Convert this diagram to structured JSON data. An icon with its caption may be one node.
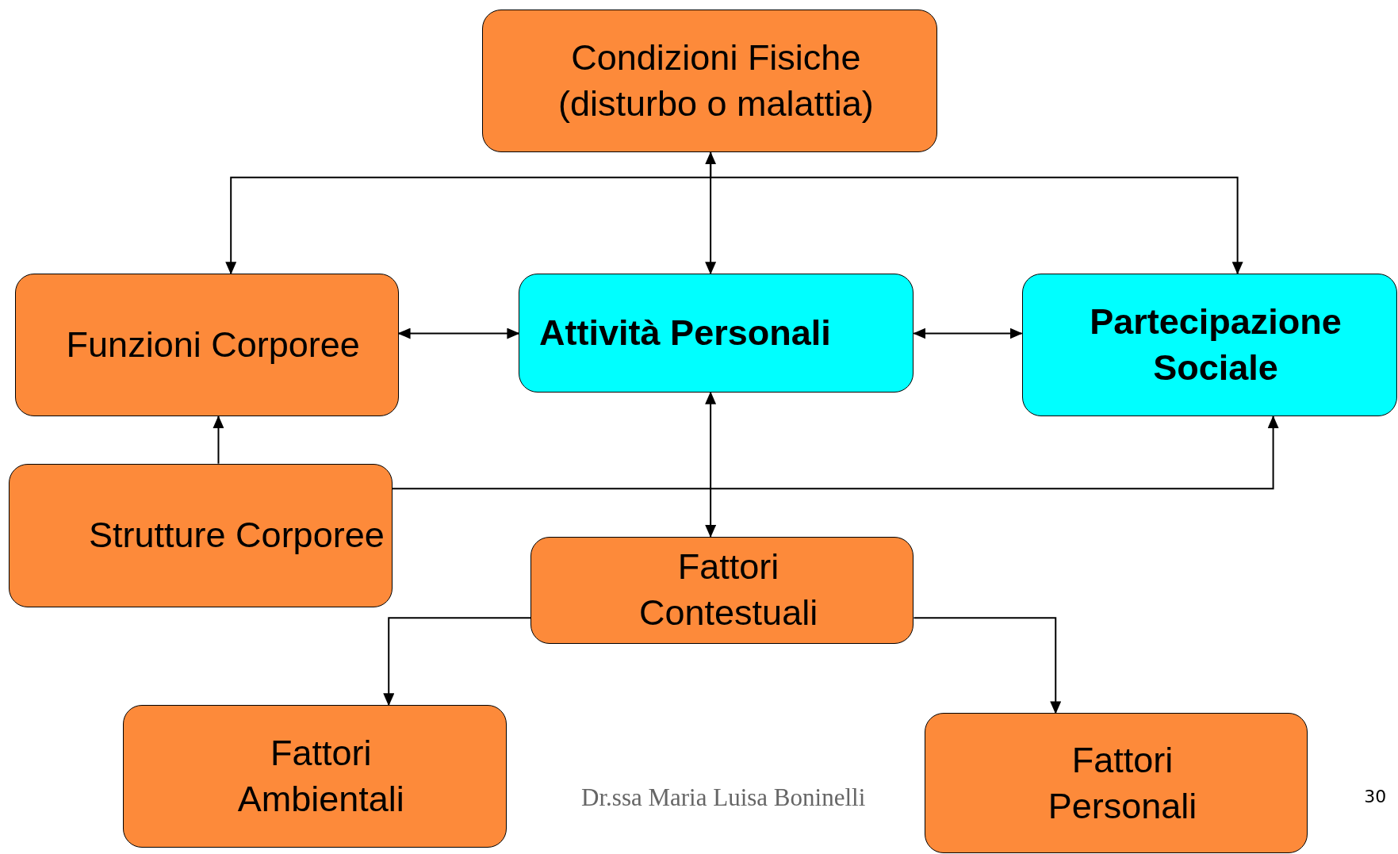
{
  "diagram": {
    "nodes": [
      {
        "text": [
          "Condizioni Fisiche (disturbo o malattia)"
        ]
      },
      {
        "text": [
          "Funzioni Corporee"
        ]
      },
      {
        "text": [
          "Attività Personali"
        ]
      },
      {
        "text": [
          "Partecipazione Sociale"
        ]
      },
      {
        "text": [
          "Strutture Corporee"
        ]
      },
      {
        "text": [
          "Fattori Contestuali"
        ]
      },
      {
        "text": [
          "Fattori Ambientali"
        ]
      },
      {
        "text": [
          "Fattori Personali"
        ]
      }
    ],
    "edges": [
      {
        "from": 0,
        "to": 2,
        "arrow": "both"
      },
      {
        "from": 0,
        "to": 1,
        "arrow": "to"
      },
      {
        "from": 0,
        "to": 3,
        "arrow": "to"
      },
      {
        "from": 1,
        "to": 2,
        "arrow": "both"
      },
      {
        "from": 2,
        "to": 3,
        "arrow": "both"
      },
      {
        "from": 4,
        "to": 1,
        "arrow": "to"
      },
      {
        "from": 4,
        "to": 3,
        "arrow": "to"
      },
      {
        "from": 2,
        "to": 5,
        "arrow": "both"
      },
      {
        "from": 5,
        "to": 6,
        "arrow": "to"
      },
      {
        "from": 5,
        "to": 7,
        "arrow": "to"
      }
    ],
    "labels": [
      "Dr.ssa Maria Luisa Boninelli",
      "30"
    ]
  }
}
